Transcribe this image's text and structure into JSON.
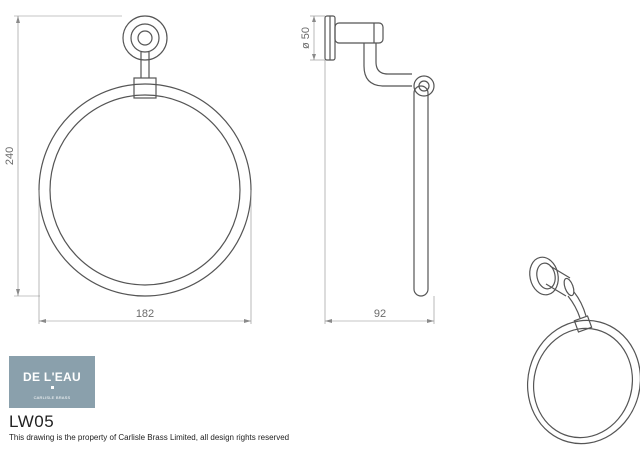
{
  "drawing": {
    "dimensions": {
      "height": "240",
      "width": "182",
      "diameter": "ø 50",
      "projection": "92"
    }
  },
  "brand": {
    "name": "DE L'EAU",
    "subline": "CARLISLE BRASS"
  },
  "product": {
    "code": "LW05",
    "rights_notice": "This drawing is the property of Carlisle Brass Limited, all design rights reserved"
  },
  "colors": {
    "line": "#555555",
    "dimension": "#8a8a8a",
    "logo_background": "#8aa0ac"
  }
}
